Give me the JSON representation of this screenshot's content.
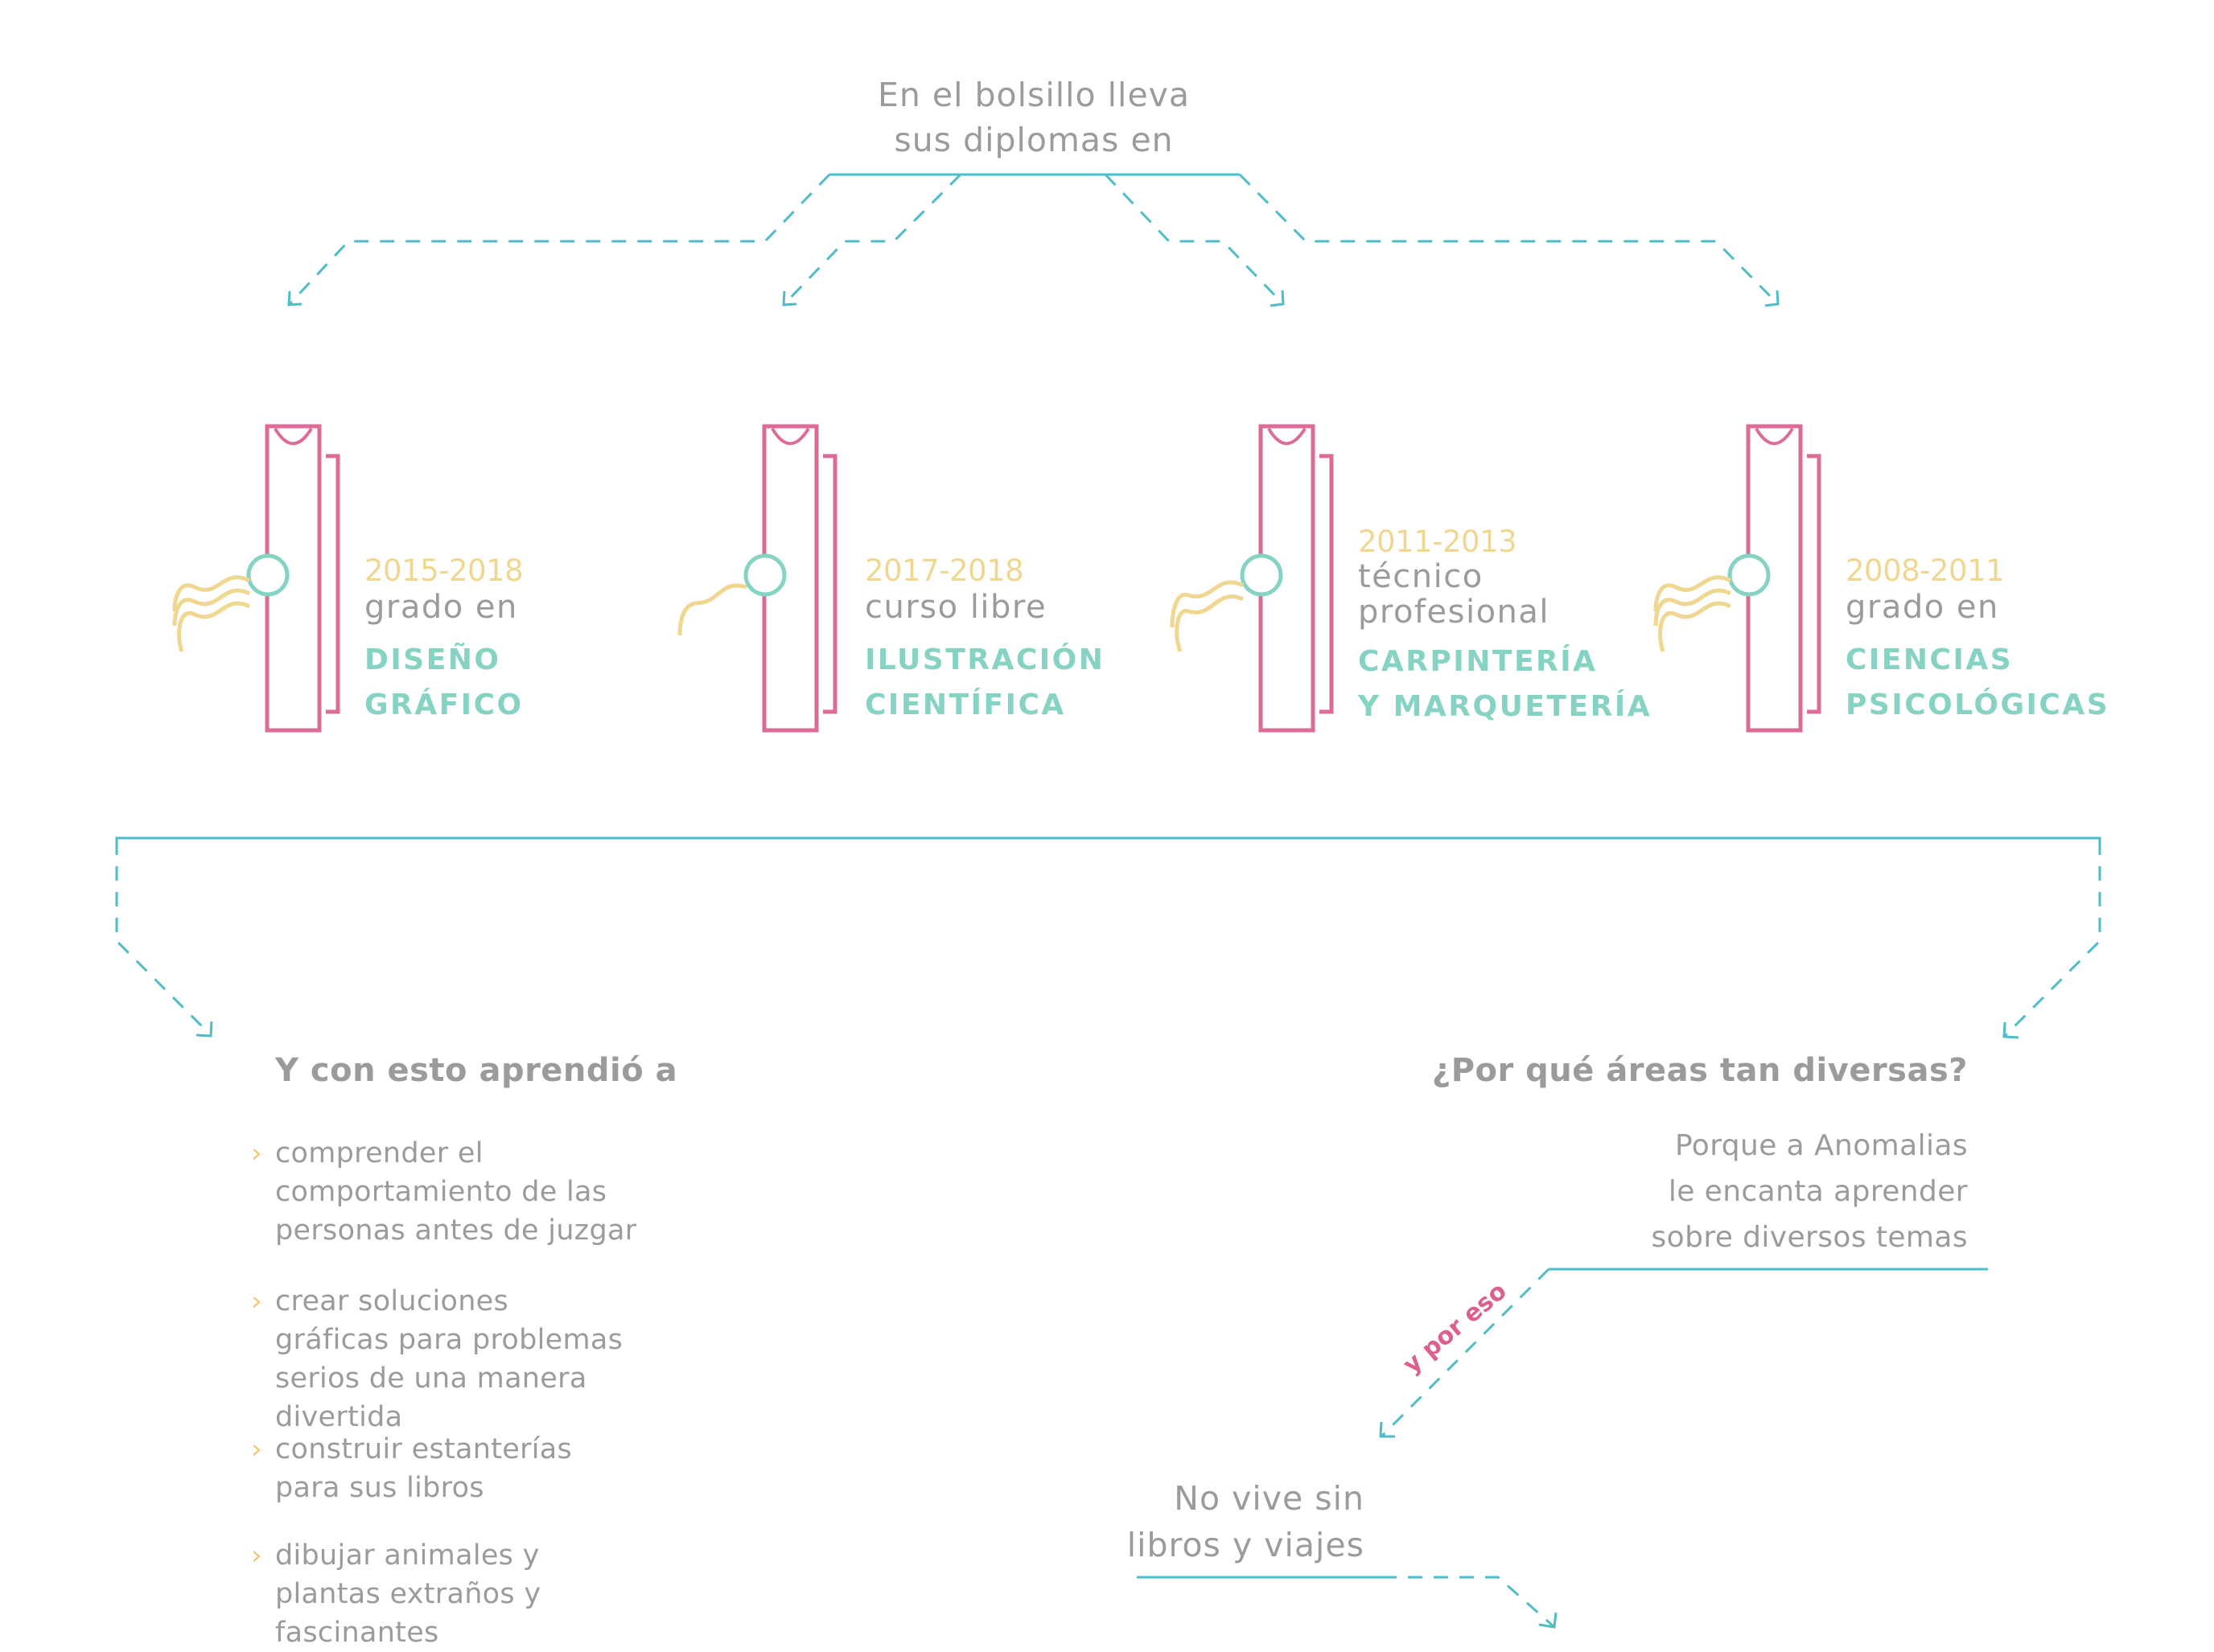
{
  "header": {
    "line1": "En el bolsillo lleva",
    "line2": "sus diplomas en"
  },
  "diplomas": [
    {
      "years": "2015-2018",
      "kind": "grado en",
      "kind2": "",
      "area1": "DISEÑO",
      "area2": "GRÁFICO"
    },
    {
      "years": "2017-2018",
      "kind": "curso libre",
      "kind2": "",
      "area1": "ILUSTRACIÓN",
      "area2": "CIENTÍFICA"
    },
    {
      "years": "2011-2013",
      "kind": "técnico",
      "kind2": "profesional",
      "area1": "CARPINTERÍA",
      "area2": "Y MARQUETERÍA"
    },
    {
      "years": "2008-2011",
      "kind": "grado en",
      "kind2": "",
      "area1": "CIENCIAS",
      "area2": "PSICOLÓGICAS"
    }
  ],
  "learned": {
    "heading": "Y con esto aprendió a",
    "bullet": "›",
    "items": [
      "comprender el comportamiento de las personas antes de juzgar",
      "crear soluciones gráficas para problemas serios de una manera divertida",
      "construir estanterías para sus libros",
      "dibujar animales y plantas extraños y fascinantes"
    ]
  },
  "why": {
    "heading": "¿Por qué áreas tan diversas?",
    "line1": "Porque a Anomalias",
    "line2": "le encanta aprender",
    "line3": "sobre diversos temas"
  },
  "connector": "y por eso",
  "conclusion": {
    "line1": "No vive sin",
    "line2": "libros y viajes"
  },
  "colors": {
    "teal": "#4fbcc7",
    "pink": "#dd6b97",
    "mint": "#86d3c4",
    "yellow": "#f0d791",
    "grey": "#9b9b9b"
  }
}
